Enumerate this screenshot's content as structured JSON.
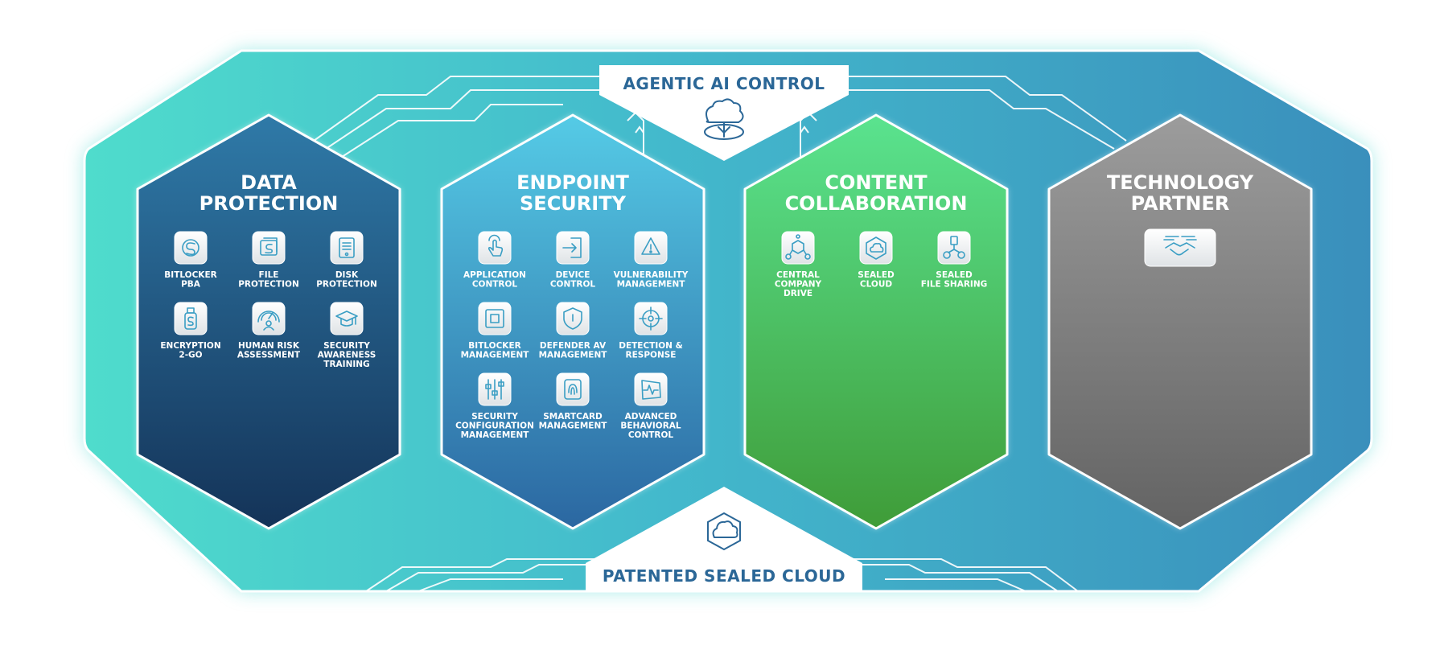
{
  "banners": {
    "top": "AGENTIC AI CONTROL",
    "bottom": "PATENTED SEALED CLOUD"
  },
  "colors": {
    "frame_left": "#49d6c9",
    "frame_right": "#3a8fbc",
    "banner_text": "#2b6797",
    "data_protection": [
      "#2f7aa8",
      "#143358"
    ],
    "endpoint_security": [
      "#51c7e3",
      "#2b6aa3"
    ],
    "content_collaboration": [
      "#58e08c",
      "#3f9d3a"
    ],
    "technology_partner": [
      "#9a9a9a",
      "#666666"
    ]
  },
  "pillars": [
    {
      "id": "data-protection",
      "title": [
        "DATA",
        "PROTECTION"
      ],
      "items": [
        {
          "icon": "bitlocker-pba-icon",
          "label": [
            "BITLOCKER",
            "PBA"
          ]
        },
        {
          "icon": "file-protection-icon",
          "label": [
            "FILE",
            "PROTECTION"
          ]
        },
        {
          "icon": "disk-protection-icon",
          "label": [
            "DISK",
            "PROTECTION"
          ]
        },
        {
          "icon": "encryption-usb-icon",
          "label": [
            "ENCRYPTION",
            "2-GO"
          ]
        },
        {
          "icon": "human-risk-gauge-icon",
          "label": [
            "HUMAN RISK",
            "ASSESSMENT"
          ]
        },
        {
          "icon": "graduation-cap-icon",
          "label": [
            "SECURITY",
            "AWARENESS",
            "TRAINING"
          ]
        }
      ]
    },
    {
      "id": "endpoint-security",
      "title": [
        "ENDPOINT",
        "SECURITY"
      ],
      "items": [
        {
          "icon": "hand-touch-icon",
          "label": [
            "APPLICATION",
            "CONTROL"
          ]
        },
        {
          "icon": "device-login-icon",
          "label": [
            "DEVICE",
            "CONTROL"
          ]
        },
        {
          "icon": "warning-triangle-icon",
          "label": [
            "VULNERABILITY",
            "MANAGEMENT"
          ]
        },
        {
          "icon": "chip-icon",
          "label": [
            "BITLOCKER",
            "MANAGEMENT"
          ]
        },
        {
          "icon": "shield-icon",
          "label": [
            "DEFENDER AV",
            "MANAGEMENT"
          ]
        },
        {
          "icon": "crosshair-icon",
          "label": [
            "DETECTION &",
            "RESPONSE"
          ]
        },
        {
          "icon": "sliders-icon",
          "label": [
            "SECURITY",
            "CONFIGURATION",
            "MANAGEMENT"
          ]
        },
        {
          "icon": "smartcard-fingerprint-icon",
          "label": [
            "SMARTCARD",
            "MANAGEMENT"
          ]
        },
        {
          "icon": "behavior-pulse-icon",
          "label": [
            "ADVANCED",
            "BEHAVIORAL",
            "CONTROL"
          ]
        }
      ]
    },
    {
      "id": "content-collaboration",
      "title": [
        "CONTENT",
        "COLLABORATION"
      ],
      "items": [
        {
          "icon": "network-drive-icon",
          "label": [
            "CENTRAL",
            "COMPANY",
            "DRIVE"
          ]
        },
        {
          "icon": "sealed-cloud-icon",
          "label": [
            "SEALED",
            "CLOUD"
          ]
        },
        {
          "icon": "file-sharing-icon",
          "label": [
            "SEALED",
            "FILE SHARING"
          ]
        }
      ]
    },
    {
      "id": "technology-partner",
      "title": [
        "TECHNOLOGY",
        "PARTNER"
      ],
      "items": [
        {
          "icon": "handshake-icon",
          "label": []
        }
      ]
    }
  ]
}
